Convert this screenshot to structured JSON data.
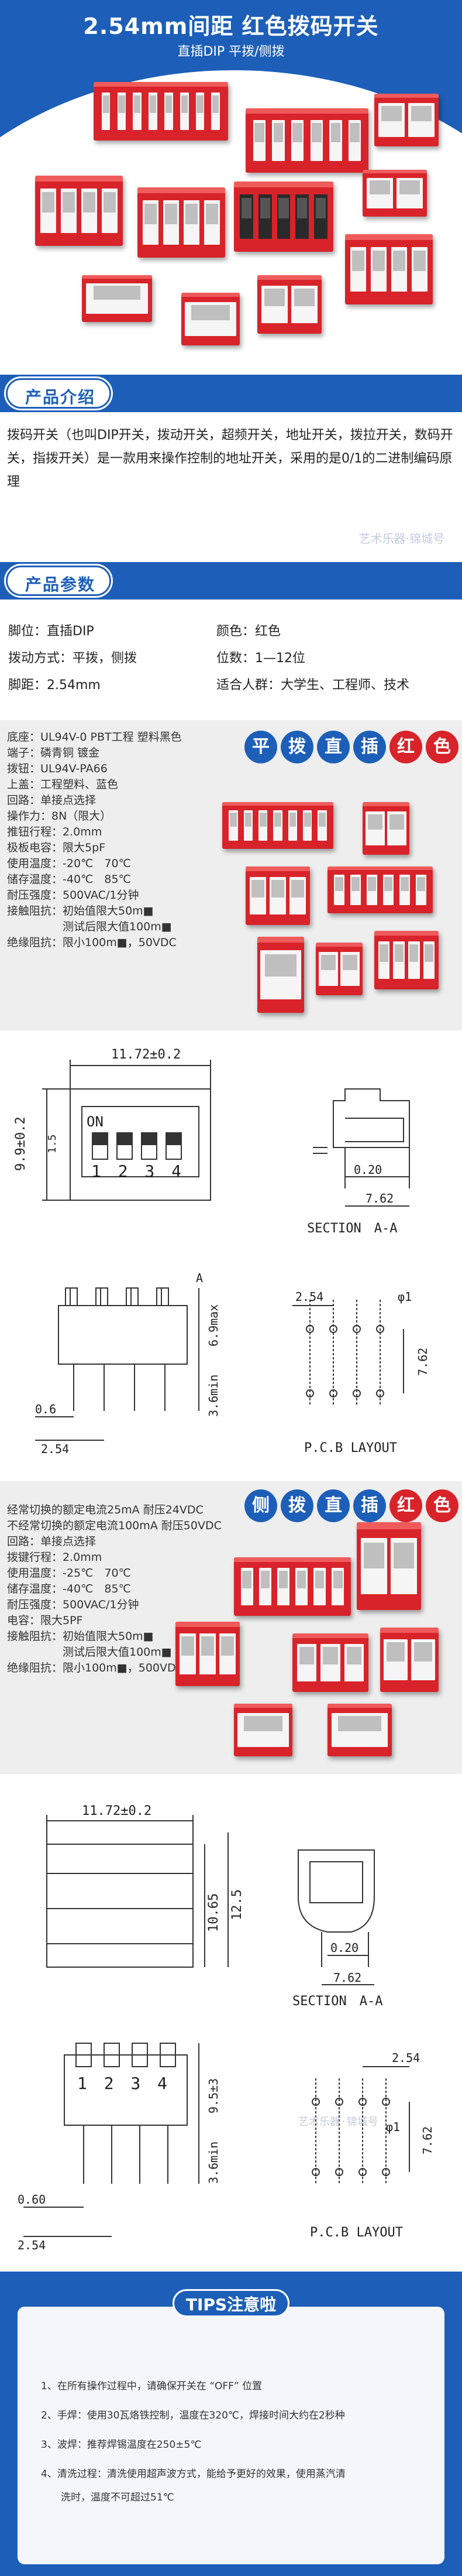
{
  "hero": {
    "title": "2.54mm间距 红色拨码开关",
    "subtitle": "直插DIP 平拨/侧拨"
  },
  "intro": {
    "header": "产品介绍",
    "text": "拨码开关（也叫DIP开关，拨动开关，超频开关，地址开关，拨拉开关，数码开关，指拨开关）是一款用来操作控制的地址开关，采用的是0/1的二进制编码原理",
    "watermark": "艺术乐器·锦城号"
  },
  "params": {
    "header": "产品参数",
    "rows": [
      {
        "left": "脚位：直插DIP",
        "right": "颜色：红色"
      },
      {
        "left": "拨动方式：平拨，侧拨",
        "right": "位数：1—12位"
      },
      {
        "left": "脚距：2.54mm",
        "right": "适合人群：大学生、工程师、技术"
      }
    ]
  },
  "flat": {
    "banner": [
      "平",
      "拨",
      "直",
      "插",
      "红",
      "色"
    ],
    "specs": [
      "底座：UL94V-0 PBT工程 塑料黑色",
      "端子：磷青铜 镀金",
      "拨钮：UL94V-PA66",
      "上盖：工程塑料、蓝色",
      "回路：单接点选择",
      "操作力：8N（限大）",
      "推钮行程：2.0mm",
      "极板电容：限大5pF",
      "使用温度：-20℃　70℃",
      "储存温度：-40℃　85℃",
      "耐压强度：500VAC/1分钟",
      "接触阻抗：初始值限大50m■",
      "　　　　　测试后限大值100m■",
      "绝缘阻抗：限小100m■，50VDC"
    ]
  },
  "side": {
    "banner": [
      "侧",
      "拨",
      "直",
      "插",
      "红",
      "色"
    ],
    "specs": [
      "经常切换的额定电流25mA 耐压24VDC",
      "不经常切换的额定电流100mA 耐压50VDC",
      "回路：单接点选择",
      "拨键行程：2.0mm",
      "使用温度：-25℃　70℃",
      "储存温度：-40℃　85℃",
      "耐压强度：500VAC/1分钟",
      "电容：限大5PF",
      "接触阻抗：初始值限大50m■",
      "　　　　　测试后限大值100m■",
      "绝缘阻抗：限小100m■，500VDC"
    ]
  },
  "drawing1": {
    "width_dim": "11.72±0.2",
    "height_dim": "9.9±0.2",
    "pitch_small": "1.5",
    "on_label": "ON",
    "numbers": "1 2 3 4",
    "sec_dim1": "0.20",
    "sec_dim2": "7.62",
    "section_label": "SECTION　A-A",
    "a_label": "A",
    "side_h": "6.9max",
    "side_pin": "3.6min",
    "side_w1": "0.6",
    "side_w2": "2.54",
    "pcb_pitch": "2.54",
    "pcb_hole": "φ1",
    "pcb_row": "7.62",
    "pcb_label": "P.C.B LAYOUT"
  },
  "drawing2": {
    "width_dim": "11.72±0.2",
    "h1": "10.65",
    "h2": "12.5",
    "sec_dim1": "0.20",
    "sec_dim2": "7.62",
    "section_label": "SECTION　A-A",
    "numbers": "1 2 3 4",
    "side_h": "9.5±3",
    "side_pin": "3.6min",
    "side_w1": "0.60",
    "side_w2": "2.54",
    "pcb_pitch": "2.54",
    "pcb_hole": "φ1",
    "pcb_row": "7.62",
    "pcb_label": "P.C.B LAYOUT",
    "watermark": "艺术乐器·锦城号"
  },
  "tips": {
    "title": "TIPS注意啦",
    "items": [
      "1、在所有操作过程中，请确保开关在 “OFF” 位置",
      "2、手焊：使用30瓦烙铁控制，温度在320℃，焊接时间大约在2秒种",
      "3、波焊：推荐焊锡温度在250±5℃",
      "4、清洗过程：清洗使用超声波方式，能给予更好的效果，使用蒸汽清",
      "　　洗时，温度不可超过51℃"
    ]
  }
}
